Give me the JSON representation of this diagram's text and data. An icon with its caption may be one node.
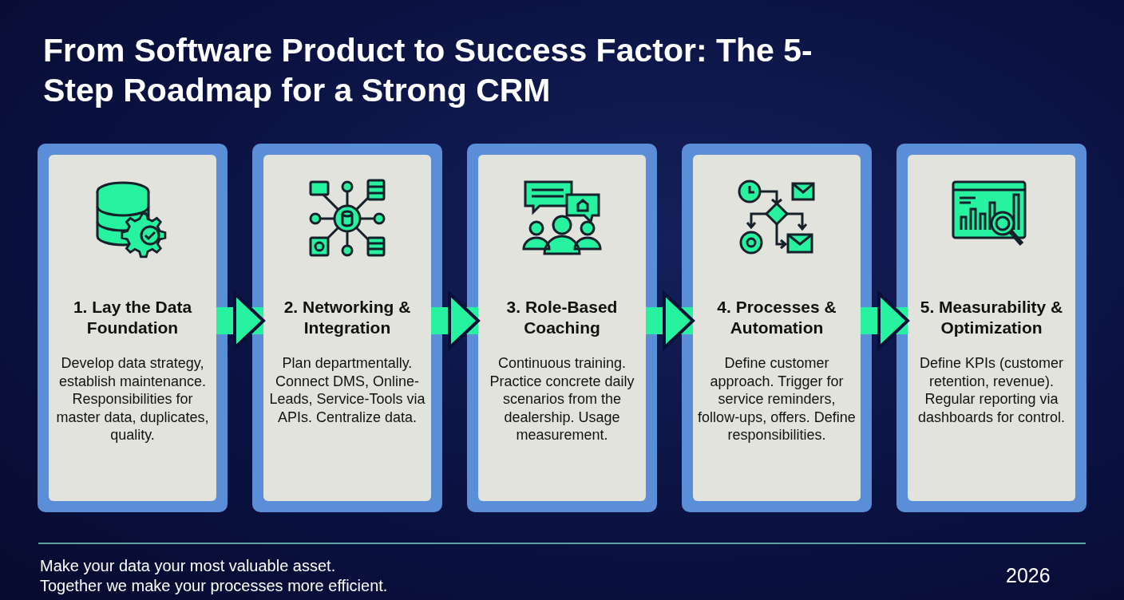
{
  "diagram": {
    "title": "From Software Product to Success Factor: The 5-Step Roadmap for a Strong CRM",
    "nodes": [
      {
        "text": [
          "1. Lay the Data Foundation",
          "Develop data strategy, establish maintenance. Responsibilities for master data, duplicates, quality."
        ]
      },
      {
        "text": [
          "2. Networking & Integration",
          "Plan departmentally. Connect DMS, Online-Leads, Service-Tools via APIs. Centralize data."
        ]
      },
      {
        "text": [
          "3. Role-Based Coaching",
          "Continuous training. Practice concrete daily scenarios from the dealership. Usage measurement."
        ]
      },
      {
        "text": [
          "4. Processes & Automation",
          "Define customer approach. Trigger for service reminders, follow-ups, offers. Define responsibilities."
        ]
      },
      {
        "text": [
          "5. Measurability & Optimization",
          "Define KPIs (customer retention, revenue). Regular reporting via dashboards for control."
        ]
      }
    ],
    "edges": [
      {
        "from": 0,
        "to": 1,
        "arrow": "to"
      },
      {
        "from": 1,
        "to": 2,
        "arrow": "to"
      },
      {
        "from": 2,
        "to": 3,
        "arrow": "to"
      },
      {
        "from": 3,
        "to": 4,
        "arrow": "to"
      }
    ],
    "labels": [
      "Make your data your most valuable asset.",
      "Together we make your processes more efficient.",
      "2026"
    ]
  }
}
